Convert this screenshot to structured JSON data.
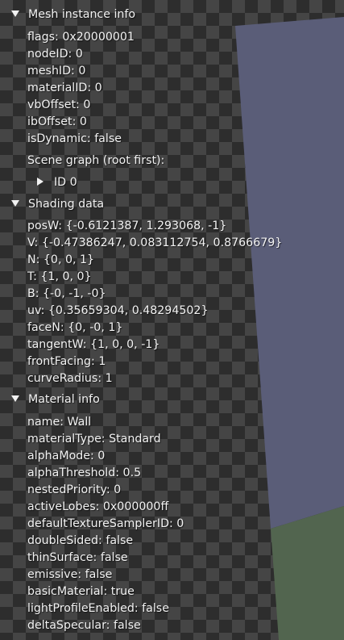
{
  "colors": {
    "checker_dark": "#2d2d2d",
    "checker_light": "#454545",
    "wall_surface": "#5a5d78",
    "floor_surface": "#52654f",
    "text": "#f2f2f2"
  },
  "sections": [
    {
      "title": "Mesh instance info",
      "expanded": true,
      "items": [
        "flags: 0x20000001",
        "nodeID: 0",
        "meshID: 0",
        "materialID: 0",
        "vbOffset: 0",
        "ibOffset: 0",
        "isDynamic: false"
      ],
      "subheading": "Scene graph (root first):",
      "tree_node": "ID 0"
    },
    {
      "title": "Shading data",
      "expanded": true,
      "items": [
        "posW: {-0.6121387, 1.293068, -1}",
        "V: {-0.47386247, 0.083112754, 0.8766679}",
        "N: {0, 0, 1}",
        "T: {1, 0, 0}",
        "B: {-0, -1, -0}",
        "uv: {0.35659304, 0.48294502}",
        "faceN: {0, -0, 1}",
        "tangentW: {1, 0, 0, -1}",
        "frontFacing: 1",
        "curveRadius: 1"
      ]
    },
    {
      "title": "Material info",
      "expanded": true,
      "items": [
        "name: Wall",
        "materialType: Standard",
        "alphaMode: 0",
        "alphaThreshold: 0.5",
        "nestedPriority: 0",
        "activeLobes: 0x000000ff",
        "defaultTextureSamplerID: 0",
        "doubleSided: false",
        "thinSurface: false",
        "emissive: false",
        "basicMaterial: true",
        "lightProfileEnabled: false",
        "deltaSpecular: false"
      ]
    }
  ]
}
